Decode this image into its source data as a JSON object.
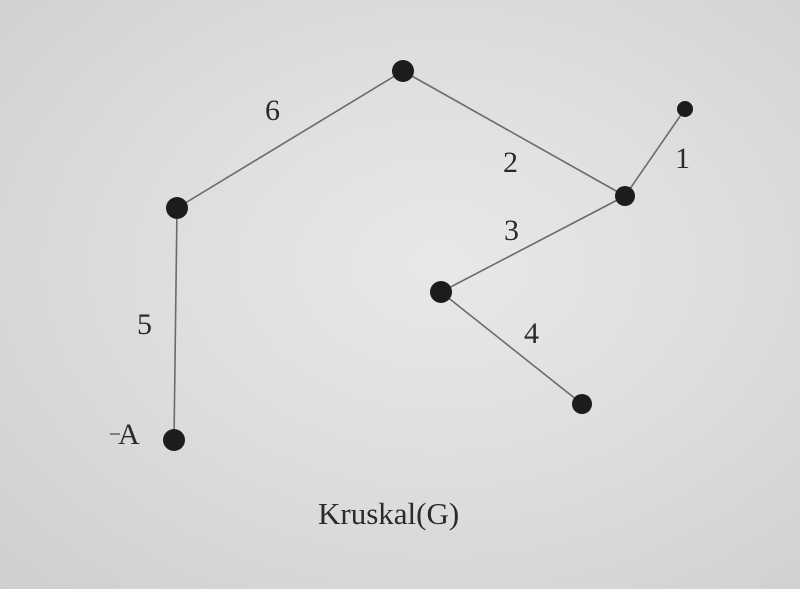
{
  "figure": {
    "caption": "Kruskal(G)",
    "start_node_label": "A",
    "edges": [
      {
        "from": "n1",
        "to": "n2",
        "weight": "5"
      },
      {
        "from": "n2",
        "to": "n3",
        "weight": "6"
      },
      {
        "from": "n3",
        "to": "n4",
        "weight": "2"
      },
      {
        "from": "n4",
        "to": "n5",
        "weight": "1"
      },
      {
        "from": "n4",
        "to": "n6",
        "weight": "3"
      },
      {
        "from": "n6",
        "to": "n7",
        "weight": "4"
      }
    ]
  }
}
